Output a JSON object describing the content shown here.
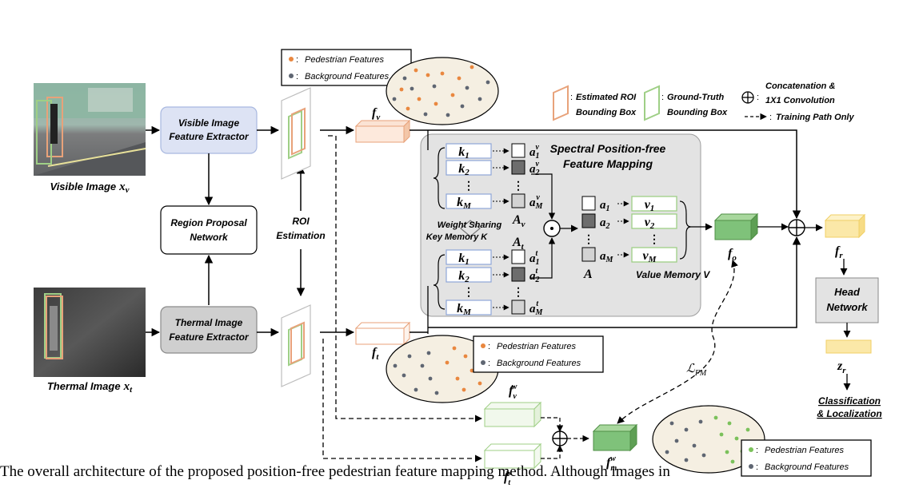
{
  "images": {
    "visible_caption": "Visible Image",
    "visible_var": "x",
    "visible_sub": "v",
    "thermal_caption": "Thermal Image",
    "thermal_var": "x",
    "thermal_sub": "t"
  },
  "blocks": {
    "visible_extractor": [
      "Visible Image",
      "Feature Extractor"
    ],
    "thermal_extractor": [
      "Thermal Image",
      "Feature Extractor"
    ],
    "rpn": [
      "Region Proposal",
      "Network"
    ],
    "roi_estimation": [
      "ROI",
      "Estimation"
    ],
    "head_network": [
      "Head",
      "Network"
    ],
    "output": [
      "Classification",
      "& Localization"
    ]
  },
  "legend": {
    "estimated_roi": [
      "Estimated ROI",
      "Bounding Box"
    ],
    "ground_truth": [
      "Ground-Truth",
      "Bounding Box"
    ],
    "concat": [
      "Concatenation &",
      "1X1 Convolution"
    ],
    "training_path": "Training Path Only",
    "colon": ":"
  },
  "feature_legends": {
    "top": [
      "Pedestrian Features",
      "Background Features"
    ],
    "thermal": [
      "Pedestrian Features",
      "Background Features"
    ],
    "fused": [
      "Pedestrian Features",
      "Background Features"
    ]
  },
  "spfm": {
    "title": [
      "Spectral Position-free",
      "Feature Mapping"
    ],
    "key_memory_label": [
      "Weight Sharing",
      "Key Memory K"
    ],
    "value_memory_label": "Value Memory V",
    "visible_keys": [
      "k",
      "k",
      "k"
    ],
    "visible_key_subs": [
      "1",
      "2",
      "M"
    ],
    "visible_attn": [
      "a",
      "a",
      "a"
    ],
    "visible_attn_subs": [
      "1",
      "2",
      "M"
    ],
    "visible_attn_sup": "v",
    "visible_A": "A",
    "visible_A_sub": "v",
    "thermal_keys": [
      "k",
      "k",
      "k"
    ],
    "thermal_key_subs": [
      "1",
      "2",
      "M"
    ],
    "thermal_attn": [
      "a",
      "a",
      "a"
    ],
    "thermal_attn_subs": [
      "1",
      "2",
      "M"
    ],
    "thermal_attn_sup": "t",
    "thermal_A": "A",
    "thermal_A_sub": "t",
    "fused_attn": [
      "a",
      "a",
      "a"
    ],
    "fused_attn_subs": [
      "1",
      "2",
      "M"
    ],
    "fused_A": "A",
    "values": [
      "v",
      "v",
      "v"
    ],
    "value_subs": [
      "1",
      "2",
      "M"
    ],
    "dots": "⋮"
  },
  "tensors": {
    "fv": {
      "main": "f",
      "sub": "v"
    },
    "ft": {
      "main": "f",
      "sub": "t"
    },
    "fo": {
      "main": "f",
      "sub": "o"
    },
    "fr": {
      "main": "f",
      "sub": "r"
    },
    "zr": {
      "main": "z",
      "sub": "r"
    },
    "fvw": {
      "main": "f",
      "sub": "v",
      "sup": "w"
    },
    "ftw": {
      "main": "f",
      "sub": "t",
      "sup": "w"
    },
    "fmw": {
      "main": "f",
      "sub": "m",
      "sup": "w"
    }
  },
  "loss": {
    "main": "ℒ",
    "sub": "FM"
  },
  "caption": "The overall architecture of the proposed position-free pedestrian feature mapping method. Although images in",
  "colors": {
    "visible_block": "#dde3f4",
    "thermal_block": "#cfcfcf",
    "roi_box": "#e8a27a",
    "gt_box": "#9fcf86",
    "pedestrian_dot": "#e9873f",
    "pedestrian_dot_fused": "#7bc15b",
    "background_dot": "#5f6672",
    "fr_tensor": "#fbe8a8",
    "fo_tensor": "#7fc27a",
    "spfm_panel": "#e3e3e3"
  }
}
